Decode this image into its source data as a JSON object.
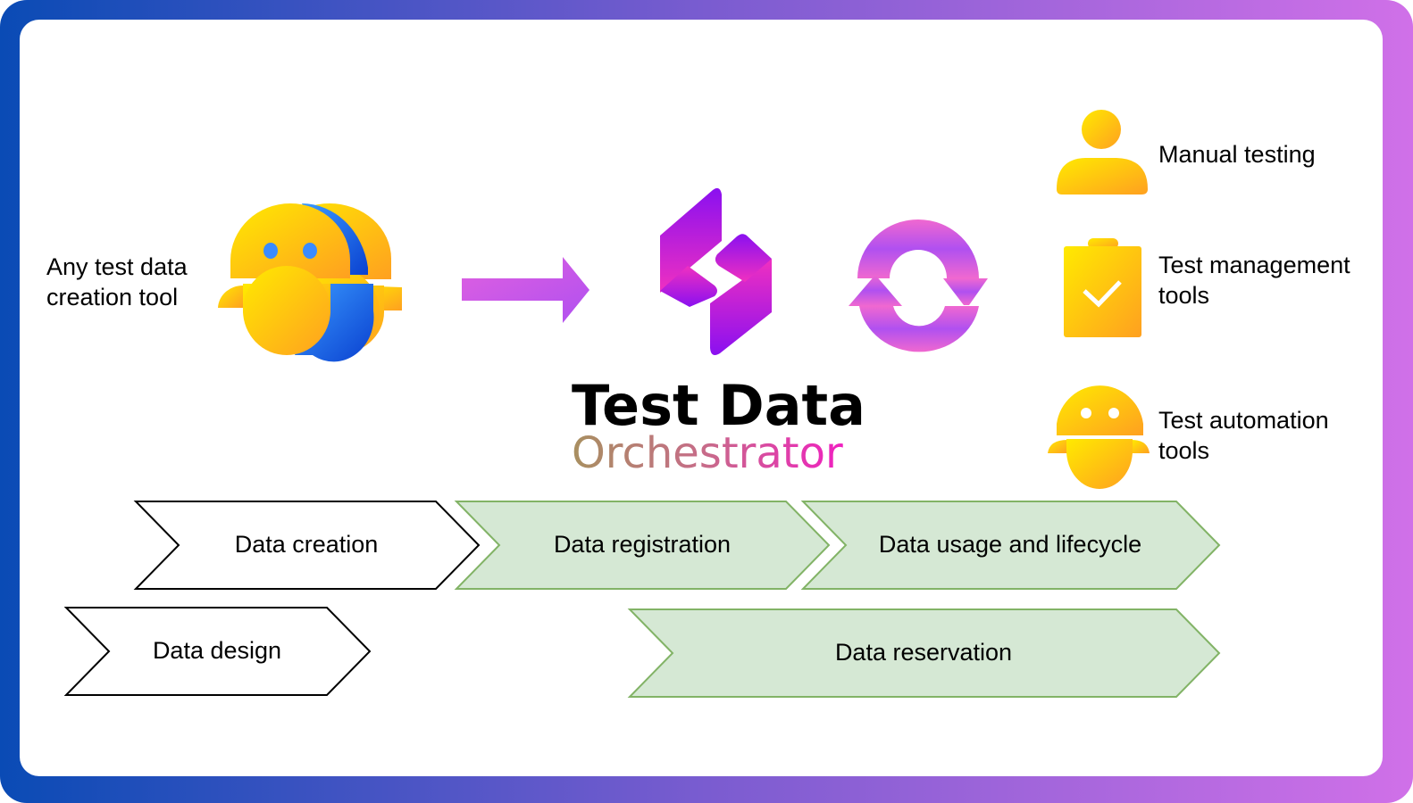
{
  "colors": {
    "frame_start": "#0a4bb5",
    "frame_end": "#d070e8",
    "chevron_green_fill": "#d5e8d4",
    "chevron_green_stroke": "#82b366",
    "yellow": "#ffd000",
    "orange": "#ffa020",
    "magenta": "#f030c0",
    "purple": "#9020f0"
  },
  "source": {
    "label_line1": "Any test data",
    "label_line2": "creation tool",
    "icon": "robot-icon"
  },
  "logo": {
    "title_line1": "Test Data",
    "title_line2": "Orchestrator",
    "icon": "tdo-logo-icon"
  },
  "cycle_icon": "refresh-cycle-icon",
  "targets": [
    {
      "icon": "person-icon",
      "lines": [
        "Manual testing"
      ]
    },
    {
      "icon": "clipboard-check-icon",
      "lines": [
        "Test management",
        "tools"
      ]
    },
    {
      "icon": "robot-icon",
      "lines": [
        "Test automation",
        "tools"
      ]
    }
  ],
  "phases": {
    "data_creation": "Data creation",
    "data_registration": "Data registration",
    "data_usage": "Data usage and lifecycle",
    "data_design": "Data design",
    "data_reservation": "Data reservation"
  }
}
